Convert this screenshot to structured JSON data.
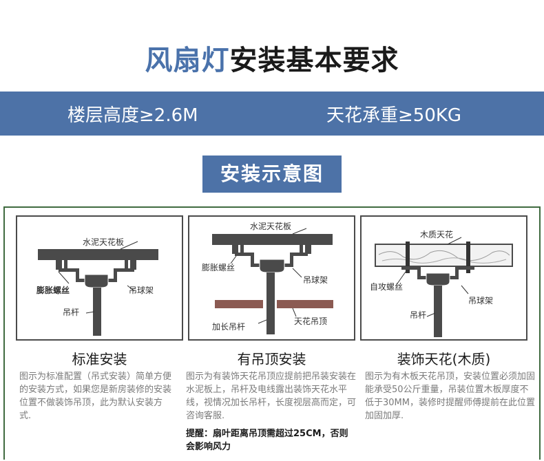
{
  "header": {
    "title_accent": "风扇灯",
    "title_rest": "安装基本要求"
  },
  "requirements": {
    "floor_height": "楼层高度≥2.6M",
    "ceiling_load": "天花承重≥50KG"
  },
  "section_badge": "安装示意图",
  "panels": [
    {
      "title": "标准安装",
      "labels": {
        "ceiling": "水泥天花板",
        "screw": "膨胀螺丝",
        "bracket": "吊球架",
        "rod": "吊杆"
      },
      "description": "图示为标准配置（吊式安装）简单方便的安装方式，如果您是新房装修的安装位置不做装饰吊顶，此为默认安装方式."
    },
    {
      "title": "有吊顶安装",
      "labels": {
        "ceiling": "水泥天花板",
        "screw": "膨胀螺丝",
        "bracket": "吊球架",
        "rod": "加长吊杆",
        "false_ceiling": "天花吊顶"
      },
      "description": "图示为有装饰天花吊顶应提前把吊装安装在水泥板上，吊杆及电线露出装饰天花水平线，视情况加长吊杆，长度视层高而定，可咨询客服.",
      "note": "提醒：扇叶距离吊顶需超过25CM，否则会影响风力"
    },
    {
      "title": "装饰天花(木质)",
      "labels": {
        "ceiling": "木质天花",
        "screw": "自攻螺丝",
        "bracket": "吊球架",
        "rod": "吊杆"
      },
      "description": "图示为有木板天花吊顶，安装位置必须加固能承受50公斤重量，吊装位置木板厚度不低于30MM，装修时提醒师傅提前在此位置加固加厚."
    }
  ],
  "colors": {
    "accent": "#4d72a7",
    "beam": "#4a4a4a",
    "false_ceiling": "#8b5a52",
    "frame": "#3f6a3f"
  }
}
